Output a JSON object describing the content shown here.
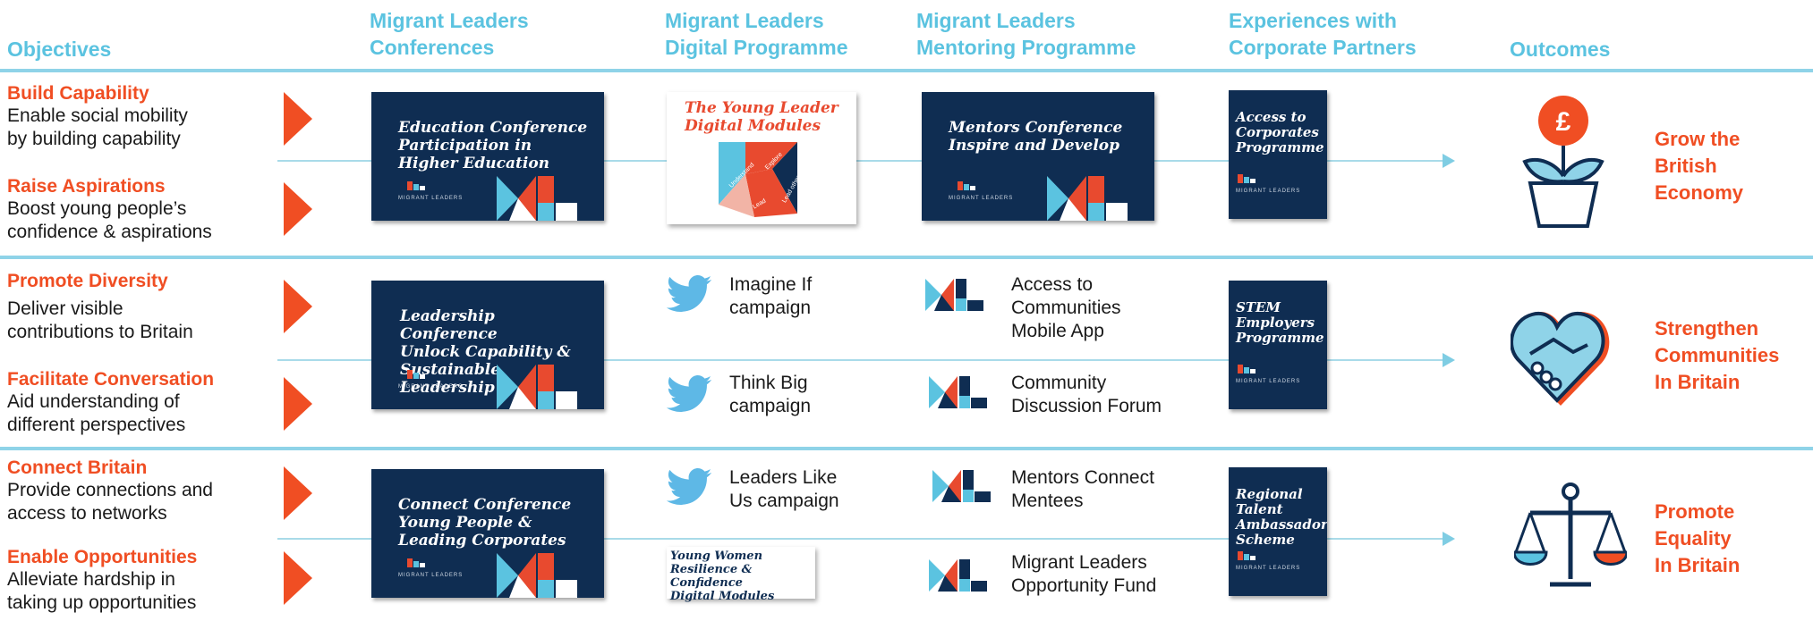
{
  "headers": {
    "objectives": "Objectives",
    "conferences": "Migrant Leaders\nConferences",
    "digital": "Migrant Leaders\nDigital Programme",
    "mentoring": "Migrant Leaders\nMentoring Programme",
    "corporate": "Experiences with\nCorporate Partners",
    "outcomes": "Outcomes"
  },
  "objectives": [
    {
      "title": "Build Capability",
      "desc": "Enable social mobility\nby building capability"
    },
    {
      "title": "Raise Aspirations",
      "desc": "Boost young people’s\nconfidence & aspirations"
    },
    {
      "title": "Promote Diversity",
      "desc": "Deliver visible\ncontributions to Britain"
    },
    {
      "title": "Facilitate Conversation",
      "desc": "Aid understanding of\ndifferent perspectives"
    },
    {
      "title": "Connect Britain",
      "desc": "Provide connections and\naccess to networks"
    },
    {
      "title": "Enable Opportunities",
      "desc": "Alleviate hardship in\ntaking up opportunities"
    }
  ],
  "conference_cards": [
    "Education Conference\nParticipation in\nHigher Education",
    "Leadership Conference\nUnlock Capability &\nSustainable Leadership",
    "Connect Conference\nYoung People &\nLeading Corporates"
  ],
  "card_brand": "MIGRANT LEADERS",
  "digital": {
    "modules_title": "The Young Leader\nDigital Modules",
    "tangram_labels": [
      "Understand",
      "Explore",
      "Lead",
      "Lead others"
    ],
    "campaigns": [
      "Imagine If\ncampaign",
      "Think Big\ncampaign",
      "Leaders Like\nUs campaign"
    ],
    "women_modules": "Young Women\nResilience & Confidence\nDigital Modules"
  },
  "mentoring": {
    "mentors_conf": "Mentors Conference\nInspire and Develop",
    "items": [
      "Access to\nCommunities\nMobile App",
      "Community\nDiscussion Forum",
      "Mentors Connect\nMentees",
      "Migrant Leaders\nOpportunity Fund"
    ]
  },
  "corporate_cards": [
    "Access to\nCorporates\nProgramme",
    "STEM\nEmployers\nProgramme",
    "Regional\nTalent\nAmbassador\nScheme"
  ],
  "outcomes": [
    {
      "label": "Grow the\nBritish\nEconomy",
      "icon": "flower-pound-icon"
    },
    {
      "label": "Strengthen\nCommunities\nIn Britain",
      "icon": "heart-handshake-icon"
    },
    {
      "label": "Promote\nEquality\nIn Britain",
      "icon": "scales-icon"
    }
  ],
  "colors": {
    "accent": "#f04e23",
    "header": "#5bc3e0",
    "navy": "#0f2d52",
    "twitter": "#5eb8e6",
    "light_blue": "#8fd3e8"
  }
}
